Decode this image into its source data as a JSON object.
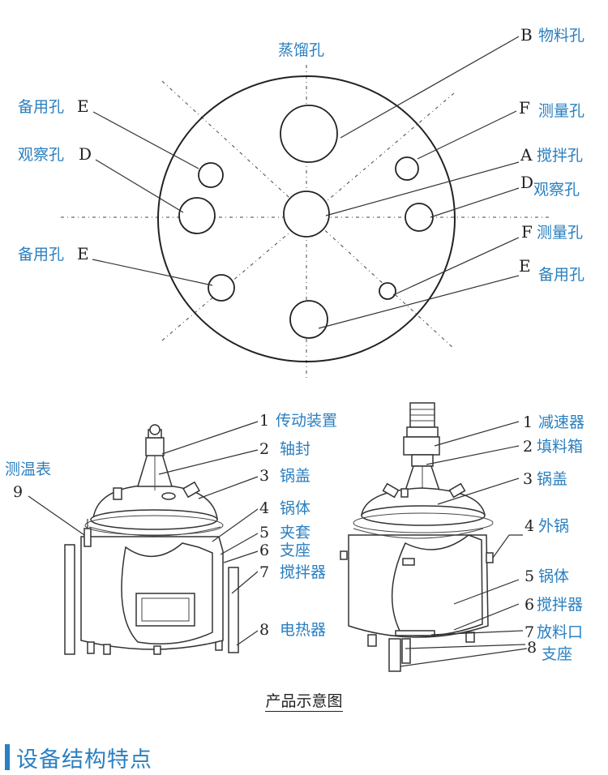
{
  "top_view": {
    "labels": {
      "distill": "蒸馏孔",
      "b_letter": "B",
      "b_text": "物料孔",
      "e1_text": "备用孔",
      "e1_letter": "E",
      "f1_letter": "F",
      "f1_text": "测量孔",
      "d1_text": "观察孔",
      "d1_letter": "D",
      "a_letter": "A",
      "a_text": "搅拌孔",
      "d2_letter": "D",
      "d2_text": "观察孔",
      "f2_letter": "F",
      "f2_text": "测量孔",
      "e2_text": "备用孔",
      "e2_letter": "E",
      "e3_letter": "E",
      "e3_text": "备用孔"
    }
  },
  "left_vessel": {
    "thermometer_label": "测温表",
    "thermometer_num": "9",
    "parts": [
      {
        "num": "1",
        "text": "传动装置"
      },
      {
        "num": "2",
        "text": "轴封"
      },
      {
        "num": "3",
        "text": "锅盖"
      },
      {
        "num": "4",
        "text": "锅体"
      },
      {
        "num": "5",
        "text": "夹套"
      },
      {
        "num": "6",
        "text": "支座"
      },
      {
        "num": "7",
        "text": "搅拌器"
      },
      {
        "num": "8",
        "text": "电热器"
      }
    ]
  },
  "right_vessel": {
    "parts": [
      {
        "num": "1",
        "text": "减速器"
      },
      {
        "num": "2",
        "text": "填料箱"
      },
      {
        "num": "3",
        "text": "锅盖"
      },
      {
        "num": "4",
        "text": "外锅"
      },
      {
        "num": "5",
        "text": "锅体"
      },
      {
        "num": "6",
        "text": "搅拌器"
      },
      {
        "num": "7",
        "text": "放料口"
      },
      {
        "num": "8",
        "text": "支座"
      }
    ]
  },
  "caption": "产品示意图",
  "section_title": "设备结构特点",
  "colors": {
    "accent": "#2a7fc0",
    "line": "#333333"
  }
}
